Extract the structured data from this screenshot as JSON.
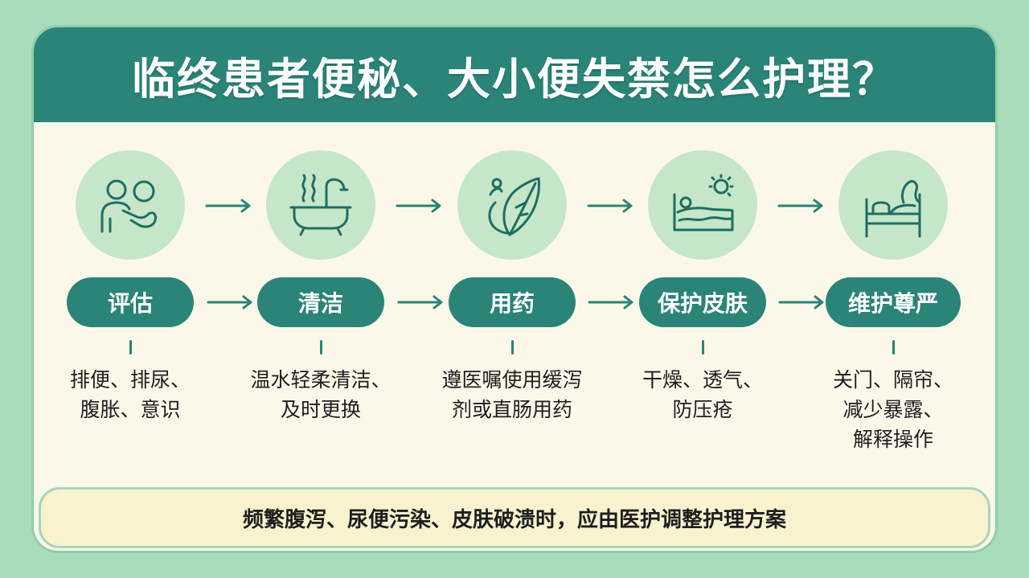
{
  "title": "临终患者便秘、大小便失禁怎么护理？",
  "steps": [
    {
      "label": "评估",
      "icon": "caregiver-assess-icon",
      "desc": "排便、排尿、\n腹胀、意识"
    },
    {
      "label": "清洁",
      "icon": "bathtub-icon",
      "desc": "温水轻柔清洁、\n及时更换"
    },
    {
      "label": "用药",
      "icon": "leaf-medicine-icon",
      "desc": "遵医嘱使用缓泻\n剂或直肠用药"
    },
    {
      "label": "保护皮肤",
      "icon": "patient-bed-sun-icon",
      "desc": "干燥、透气、\n防压疮"
    },
    {
      "label": "维护尊严",
      "icon": "bed-privacy-icon",
      "desc": "关门、隔帘、\n减少暴露、\n解释操作"
    }
  ],
  "footer": "频繁腹泻、尿便污染、皮肤破溃时，应由医护调整护理方案",
  "colors": {
    "primary": "#2a8477",
    "background": "#a9dcbb",
    "card": "#fbf8ea",
    "icon_bg": "#c5e6c9",
    "footer_bg": "#f8f2cf"
  }
}
